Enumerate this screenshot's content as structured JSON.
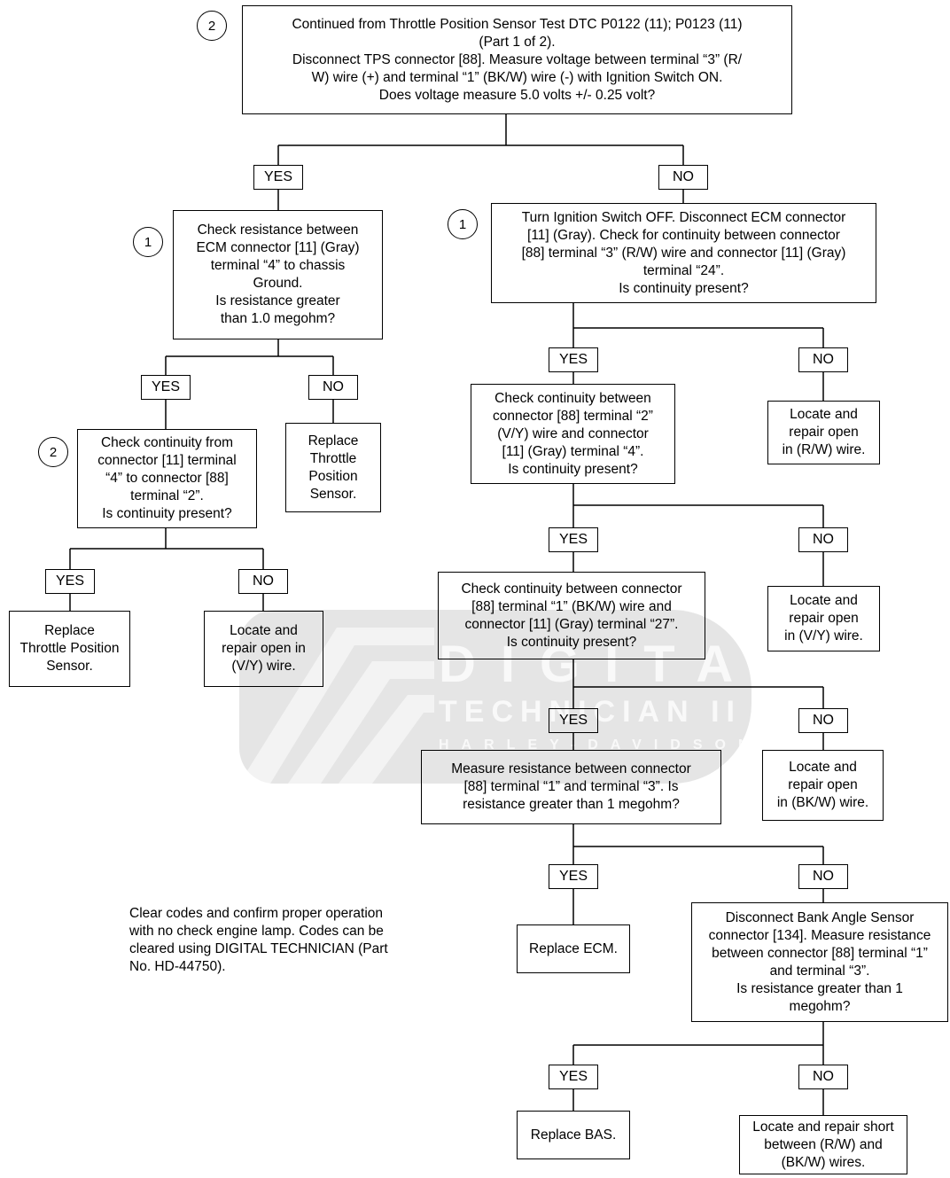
{
  "watermark": {
    "line1": "DIGITAL",
    "line2": "TECHNICIAN II",
    "line3": "HARLEY-DAVIDSON"
  },
  "steps": {
    "top": "2",
    "yes_branch": "1",
    "no_branch": "1",
    "continuity_check": "2"
  },
  "boxes": {
    "start": "Continued from Throttle Position Sensor Test DTC P0122 (11); P0123 (11)\n(Part 1 of 2).\nDisconnect TPS connector [88]. Measure voltage between terminal “3” (R/\nW) wire (+) and terminal “1” (BK/W) wire (-) with Ignition Switch ON.\nDoes voltage measure 5.0 volts +/- 0.25 volt?",
    "check_resistance_ecm": "Check resistance between\nECM connector [11] (Gray)\nterminal “4” to chassis\nGround.\nIs resistance greater\nthan 1.0 megohm?",
    "turn_ignition_off": "Turn Ignition Switch OFF. Disconnect ECM connector\n[11] (Gray). Check for continuity between connector\n[88] terminal “3” (R/W) wire and connector [11] (Gray)\nterminal “24”.\nIs continuity present?",
    "check_continuity_11_88": "Check continuity from\nconnector [11] terminal\n“4” to connector [88]\nterminal “2”.\nIs continuity present?",
    "replace_tps_short": "Replace\nThrottle\nPosition\nSensor.",
    "check_continuity_vy": "Check continuity between\nconnector [88] terminal “2”\n(V/Y) wire and connector\n[11] (Gray) terminal “4”.\nIs continuity present?",
    "repair_rw": "Locate and\nrepair open\nin (R/W) wire.",
    "replace_tps_long": "Replace\nThrottle Position\nSensor.",
    "repair_vy_left": "Locate and\nrepair open in\n(V/Y) wire.",
    "check_continuity_bkw": "Check continuity between connector\n[88] terminal “1” (BK/W) wire and\nconnector [11] (Gray) terminal “27”.\nIs continuity present?",
    "repair_vy_right": "Locate and\nrepair open\nin (V/Y) wire.",
    "measure_resistance": "Measure resistance between connector\n[88] terminal “1” and terminal “3”. Is\nresistance greater than 1 megohm?",
    "repair_bkw": "Locate and\nrepair open\nin (BK/W) wire.",
    "replace_ecm": "Replace ECM.",
    "disconnect_bas": "Disconnect Bank Angle Sensor\nconnector [134]. Measure resistance\nbetween connector [88] terminal “1”\nand terminal “3”.\nIs resistance greater than 1\nmegohm?",
    "replace_bas": "Replace BAS.",
    "repair_short": "Locate and repair short\nbetween (R/W) and\n(BK/W) wires."
  },
  "labels": {
    "yes": "YES",
    "no": "NO"
  },
  "note": "Clear codes and confirm proper operation\nwith no check engine lamp. Codes can be\ncleared using DIGITAL TECHNICIAN (Part\nNo. HD-44750)."
}
